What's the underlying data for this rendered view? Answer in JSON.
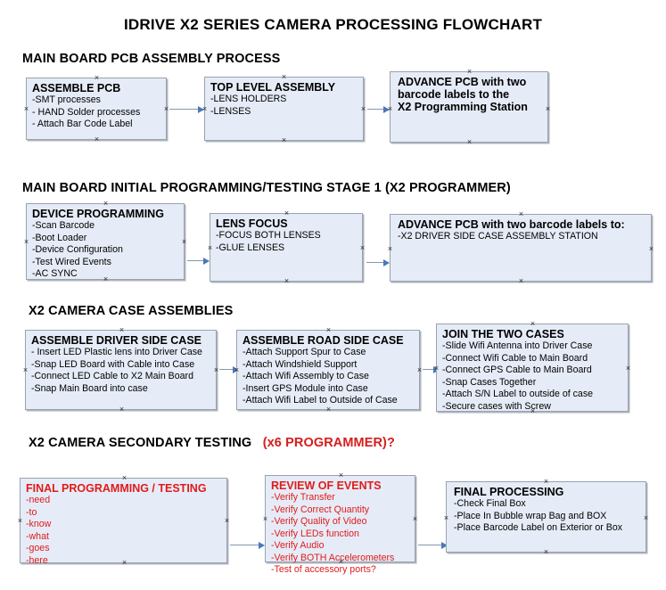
{
  "document": {
    "title": "IDRIVE X2  SERIES CAMERA PROCESSING FLOWCHART"
  },
  "sections": [
    {
      "id": "main-board-pcb-assembly",
      "header": "MAIN BOARD PCB ASSEMBLY PROCESS",
      "header_accent": ""
    },
    {
      "id": "main-board-initial-programming",
      "header": "MAIN BOARD INITIAL PROGRAMMING/TESTING STAGE 1 (X2 PROGRAMMER)",
      "header_accent": ""
    },
    {
      "id": "x2-camera-case-assemblies",
      "header": "X2 CAMERA CASE ASSEMBLIES",
      "header_accent": ""
    },
    {
      "id": "x2-camera-secondary-testing",
      "header": "X2 CAMERA SECONDARY TESTING",
      "header_accent": "(x6 PROGRAMMER)?"
    }
  ],
  "nodes": {
    "assemble_pcb": {
      "title": "ASSEMBLE PCB",
      "lines": [
        "-SMT processes",
        "- HAND Solder processes",
        "- Attach Bar Code Label"
      ]
    },
    "top_level_assembly": {
      "title": "TOP LEVEL ASSEMBLY",
      "lines": [
        "-LENS HOLDERS",
        "-LENSES"
      ]
    },
    "advance_pcb_station": {
      "title": "ADVANCE PCB with two",
      "lines": [
        "barcode labels to the",
        " X2 Programming Station"
      ]
    },
    "device_programming": {
      "title": "DEVICE PROGRAMMING",
      "lines": [
        "-Scan Barcode",
        "-Boot Loader",
        "-Device Configuration",
        "-Test Wired Events",
        "-AC SYNC"
      ]
    },
    "lens_focus": {
      "title": "LENS FOCUS",
      "lines": [
        "-FOCUS BOTH LENSES",
        "-GLUE LENSES"
      ]
    },
    "advance_pcb_driver_side": {
      "title": "ADVANCE PCB with two barcode labels to:",
      "lines": [
        "-X2 DRIVER  SIDE  CASE  ASSEMBLY STATION"
      ]
    },
    "assemble_driver_side_case": {
      "title": "ASSEMBLE DRIVER SIDE CASE",
      "lines": [
        "- Insert LED Plastic lens into Driver Case",
        "-Snap LED Board with Cable into Case",
        "-Connect LED Cable to X2 Main Board",
        "-Snap Main Board into case"
      ]
    },
    "assemble_road_side_case": {
      "title": "ASSEMBLE ROAD SIDE CASE",
      "lines": [
        "-Attach Support Spur to Case",
        "-Attach Windshield Support",
        "-Attach Wifi Assembly to Case",
        "-Insert GPS Module into Case",
        "-Attach Wifi Label to Outside of Case"
      ]
    },
    "join_the_two_cases": {
      "title": "JOIN THE TWO CASES",
      "lines": [
        "-Slide Wifi Antenna into Driver Case",
        "-Connect Wifi Cable to Main Board",
        "-Connect GPS Cable to Main Board",
        "-Snap Cases Together",
        "-Attach S/N Label to outside of case",
        "-Secure cases with Screw"
      ]
    },
    "final_programming_testing": {
      "title": "FINAL PROGRAMMING / TESTING",
      "lines": [
        "-need",
        "-to",
        "-know",
        "-what",
        "-goes",
        "-here"
      ]
    },
    "review_of_events": {
      "title": "REVIEW OF EVENTS",
      "lines": [
        "-Verify Transfer",
        "-Verify Correct Quantity",
        "-Verify Quality of Video",
        "-Verify LEDs function",
        "-Verify Audio",
        "-Verify BOTH Accelerometers",
        "-Test of accessory ports?"
      ]
    },
    "final_processing": {
      "title": "FINAL PROCESSING",
      "lines": [
        " -Check Final Box",
        "-Place In Bubble wrap Bag and BOX",
        "-Place Barcode Label on Exterior or Box"
      ]
    }
  },
  "colors": {
    "node_fill": "#e6ecf7",
    "node_border": "#9aa2ad",
    "text": "#000000",
    "accent_red": "#e01b1b",
    "connector": "#8497b0",
    "arrow_head": "#4a79b8"
  }
}
